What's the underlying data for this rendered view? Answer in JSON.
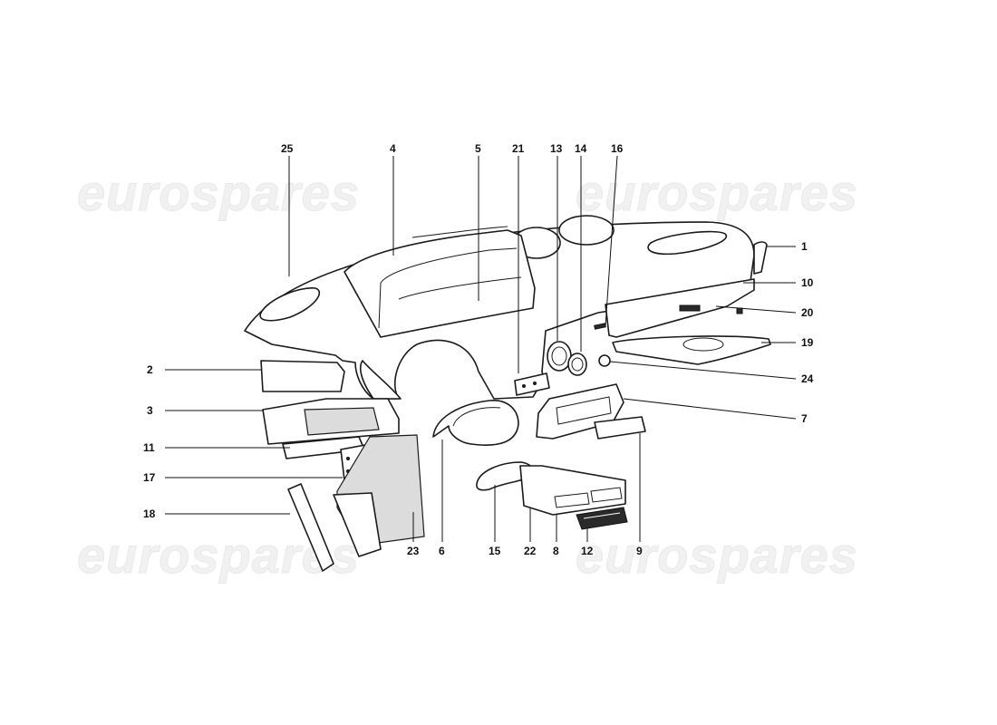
{
  "watermark": {
    "text": "eurospares"
  },
  "callouts": [
    {
      "id": "25",
      "label": "25"
    },
    {
      "id": "4",
      "label": "4"
    },
    {
      "id": "5",
      "label": "5"
    },
    {
      "id": "21",
      "label": "21"
    },
    {
      "id": "13",
      "label": "13"
    },
    {
      "id": "14",
      "label": "14"
    },
    {
      "id": "16",
      "label": "16"
    },
    {
      "id": "1",
      "label": "1"
    },
    {
      "id": "10",
      "label": "10"
    },
    {
      "id": "20",
      "label": "20"
    },
    {
      "id": "19",
      "label": "19"
    },
    {
      "id": "24",
      "label": "24"
    },
    {
      "id": "7",
      "label": "7"
    },
    {
      "id": "2",
      "label": "2"
    },
    {
      "id": "3",
      "label": "3"
    },
    {
      "id": "11",
      "label": "11"
    },
    {
      "id": "17",
      "label": "17"
    },
    {
      "id": "18",
      "label": "18"
    },
    {
      "id": "23",
      "label": "23"
    },
    {
      "id": "6",
      "label": "6"
    },
    {
      "id": "15",
      "label": "15"
    },
    {
      "id": "22",
      "label": "22"
    },
    {
      "id": "8",
      "label": "8"
    },
    {
      "id": "12",
      "label": "12"
    },
    {
      "id": "9",
      "label": "9"
    }
  ]
}
